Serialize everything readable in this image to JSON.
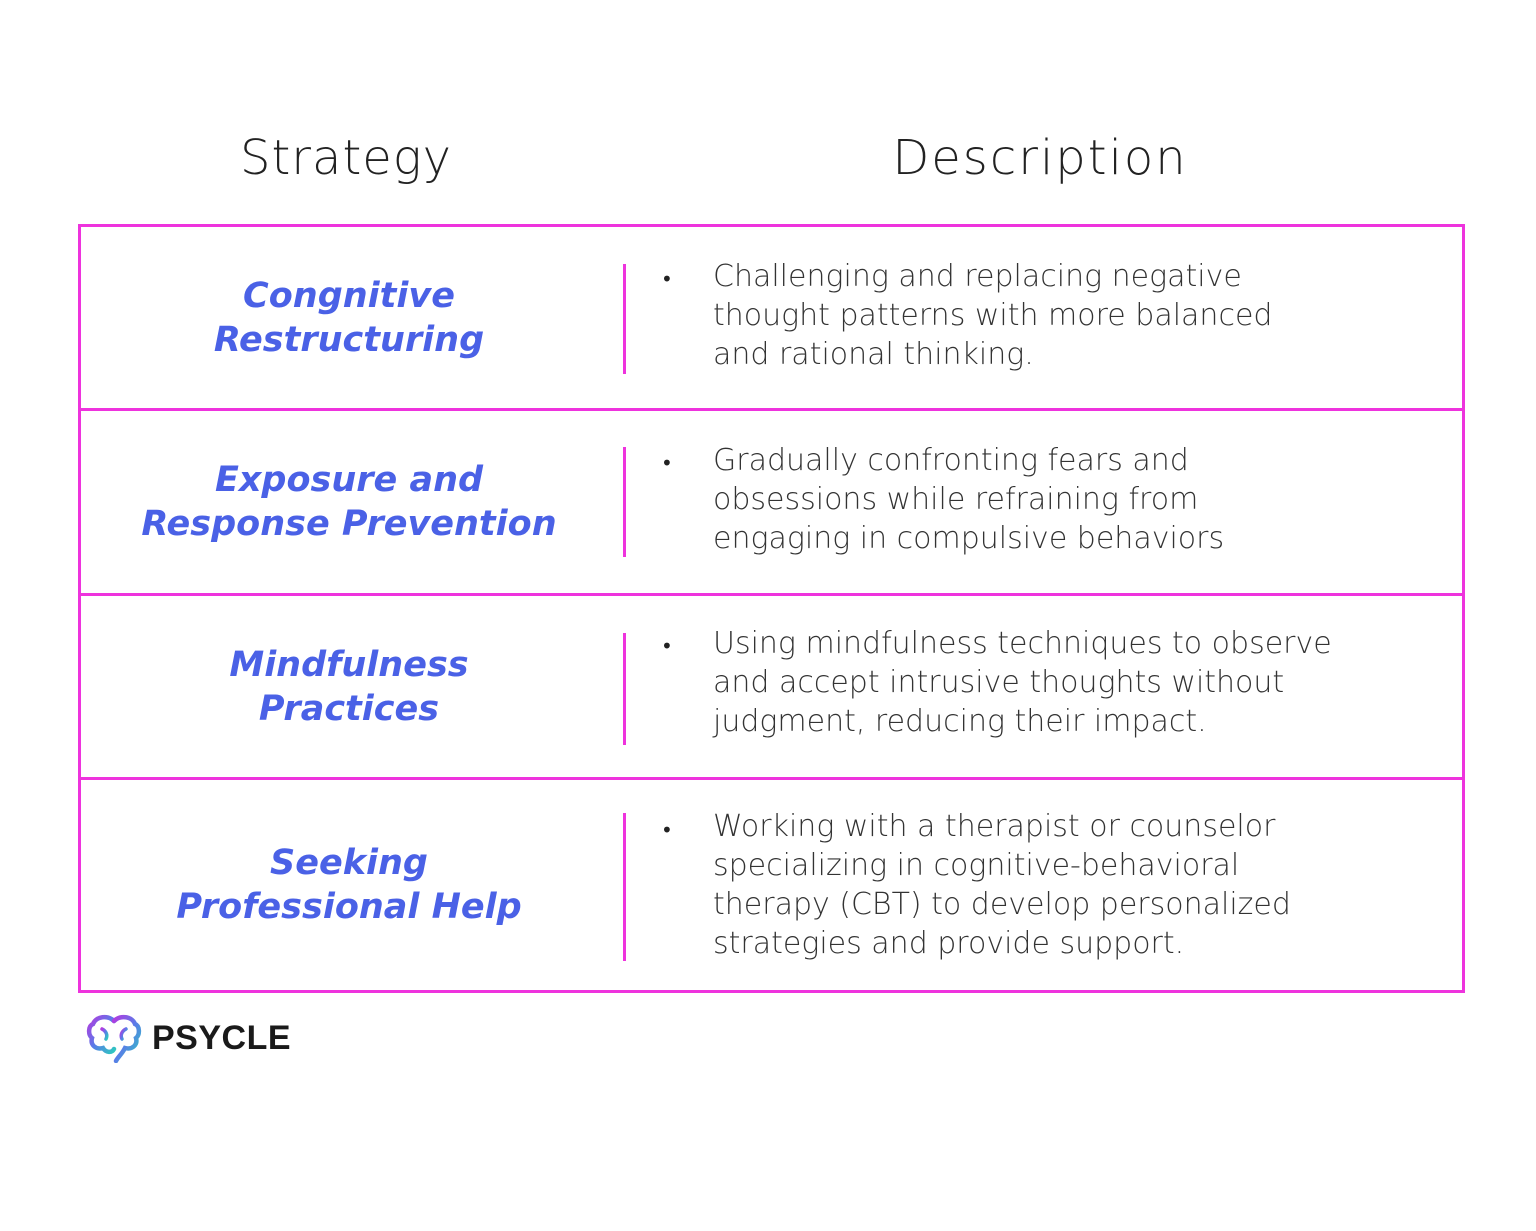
{
  "header": {
    "strategy": "Strategy",
    "description": "Description"
  },
  "rows": [
    {
      "strategy_lines": [
        "Congnitive",
        "Restructuring"
      ],
      "bullet": "•",
      "description_lines": [
        "Challenging and replacing negative",
        "thought patterns with more balanced",
        "and rational thinking."
      ]
    },
    {
      "strategy_lines": [
        "Exposure and",
        "Response Prevention"
      ],
      "bullet": "•",
      "description_lines": [
        "Gradually confronting fears and",
        "obsessions while refraining from",
        "engaging in compulsive behaviors"
      ]
    },
    {
      "strategy_lines": [
        "Mindfulness",
        "Practices"
      ],
      "bullet": "•",
      "description_lines": [
        "Using mindfulness techniques to observe",
        "and accept intrusive thoughts without",
        "judgment, reducing their impact."
      ]
    },
    {
      "strategy_lines": [
        "Seeking",
        "Professional Help"
      ],
      "bullet": "•",
      "description_lines": [
        "Working with a therapist or counselor",
        "specializing in cognitive-behavioral",
        "therapy (CBT) to develop personalized",
        "strategies and provide support."
      ]
    }
  ],
  "logo": {
    "text": "PSYCLE",
    "icon": "brain-icon"
  },
  "colors": {
    "border": "#ee33dd",
    "strategy_text": "#4a61e6",
    "body_text": "#333333"
  }
}
